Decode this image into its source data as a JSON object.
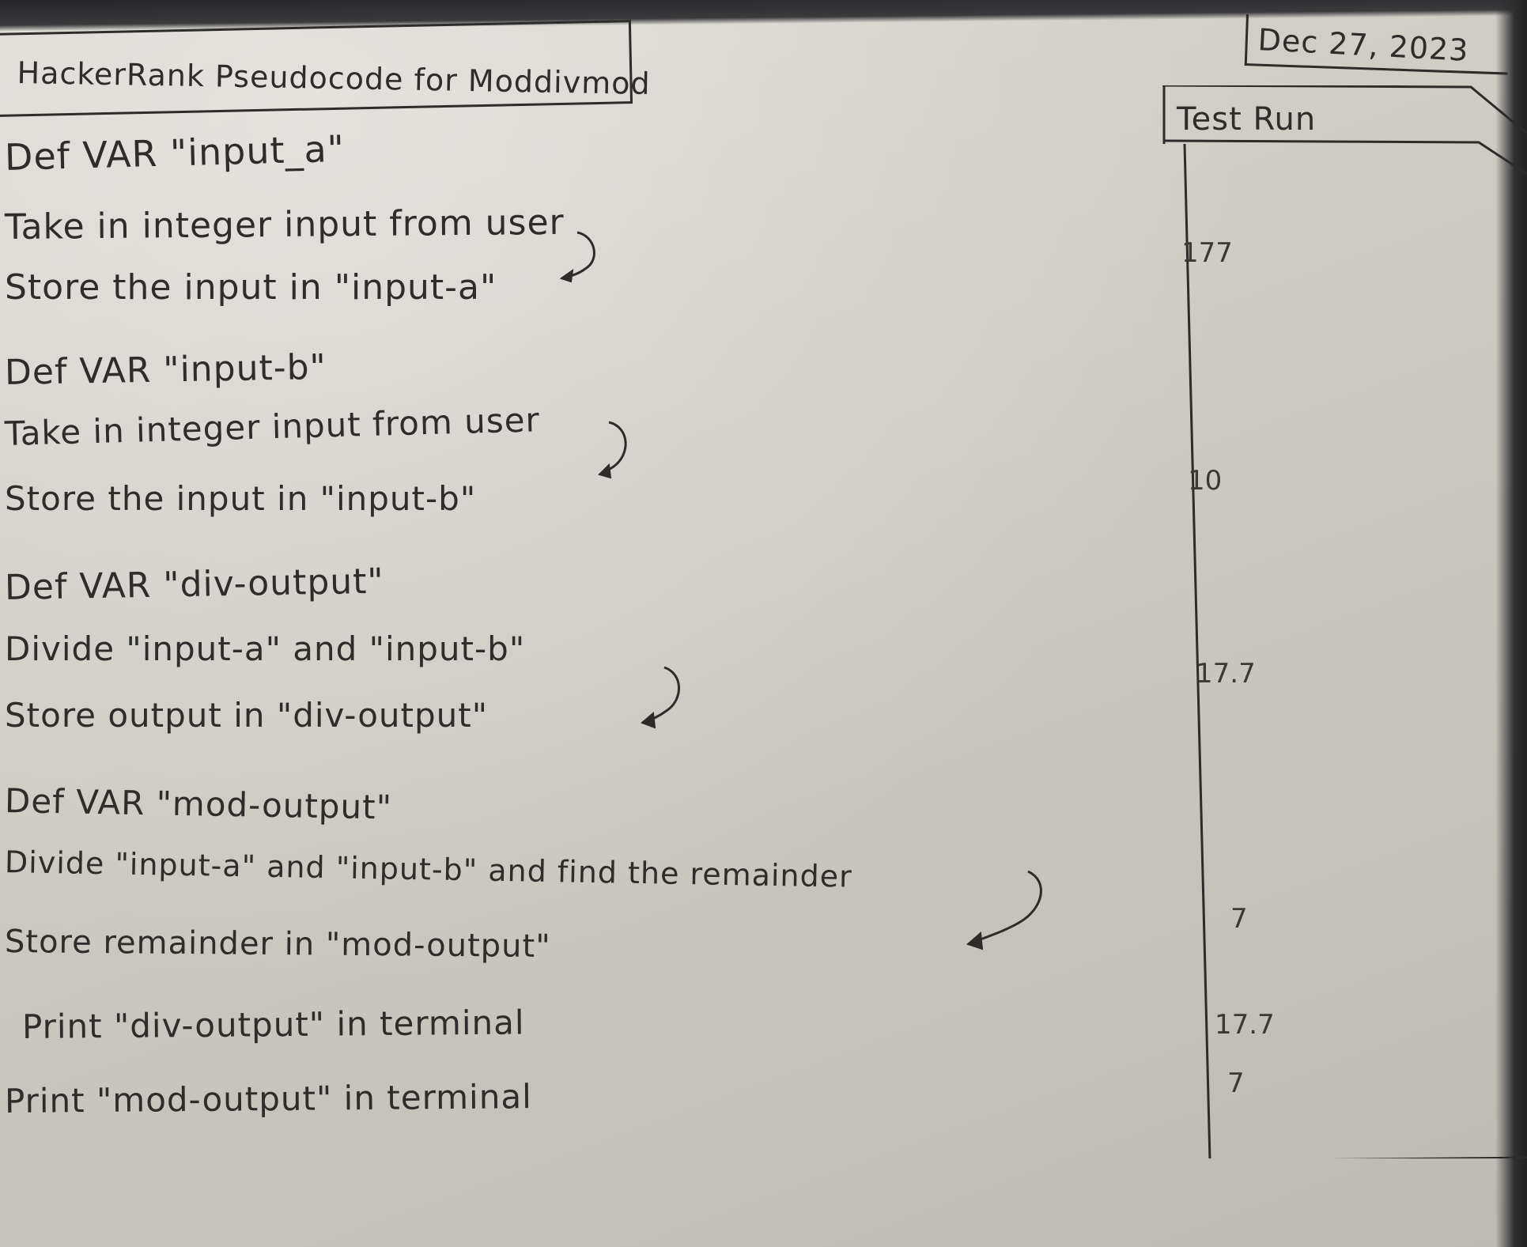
{
  "title": "HackerRank Pseudocode for Moddivmod",
  "date": "Dec 27, 2023",
  "test_run": {
    "label": "Test Run",
    "values": [
      "177",
      "10",
      "17.7",
      "7",
      "17.7",
      "7"
    ]
  },
  "pseudocode": [
    "Def VAR \"input_a\"",
    "Take in integer input from user",
    "Store the input in \"input-a\"",
    "Def VAR \"input-b\"",
    "Take in integer input from user",
    "Store the input in \"input-b\"",
    "Def VAR \"div-output\"",
    "Divide \"input-a\" and \"input-b\"",
    "Store output in \"div-output\"",
    "Def VAR \"mod-output\"",
    "Divide \"input-a\" and \"input-b\" and find the remainder",
    "Store remainder in \"mod-output\"",
    "Print \"div-output\" in terminal",
    "Print \"mod-output\" in terminal"
  ]
}
